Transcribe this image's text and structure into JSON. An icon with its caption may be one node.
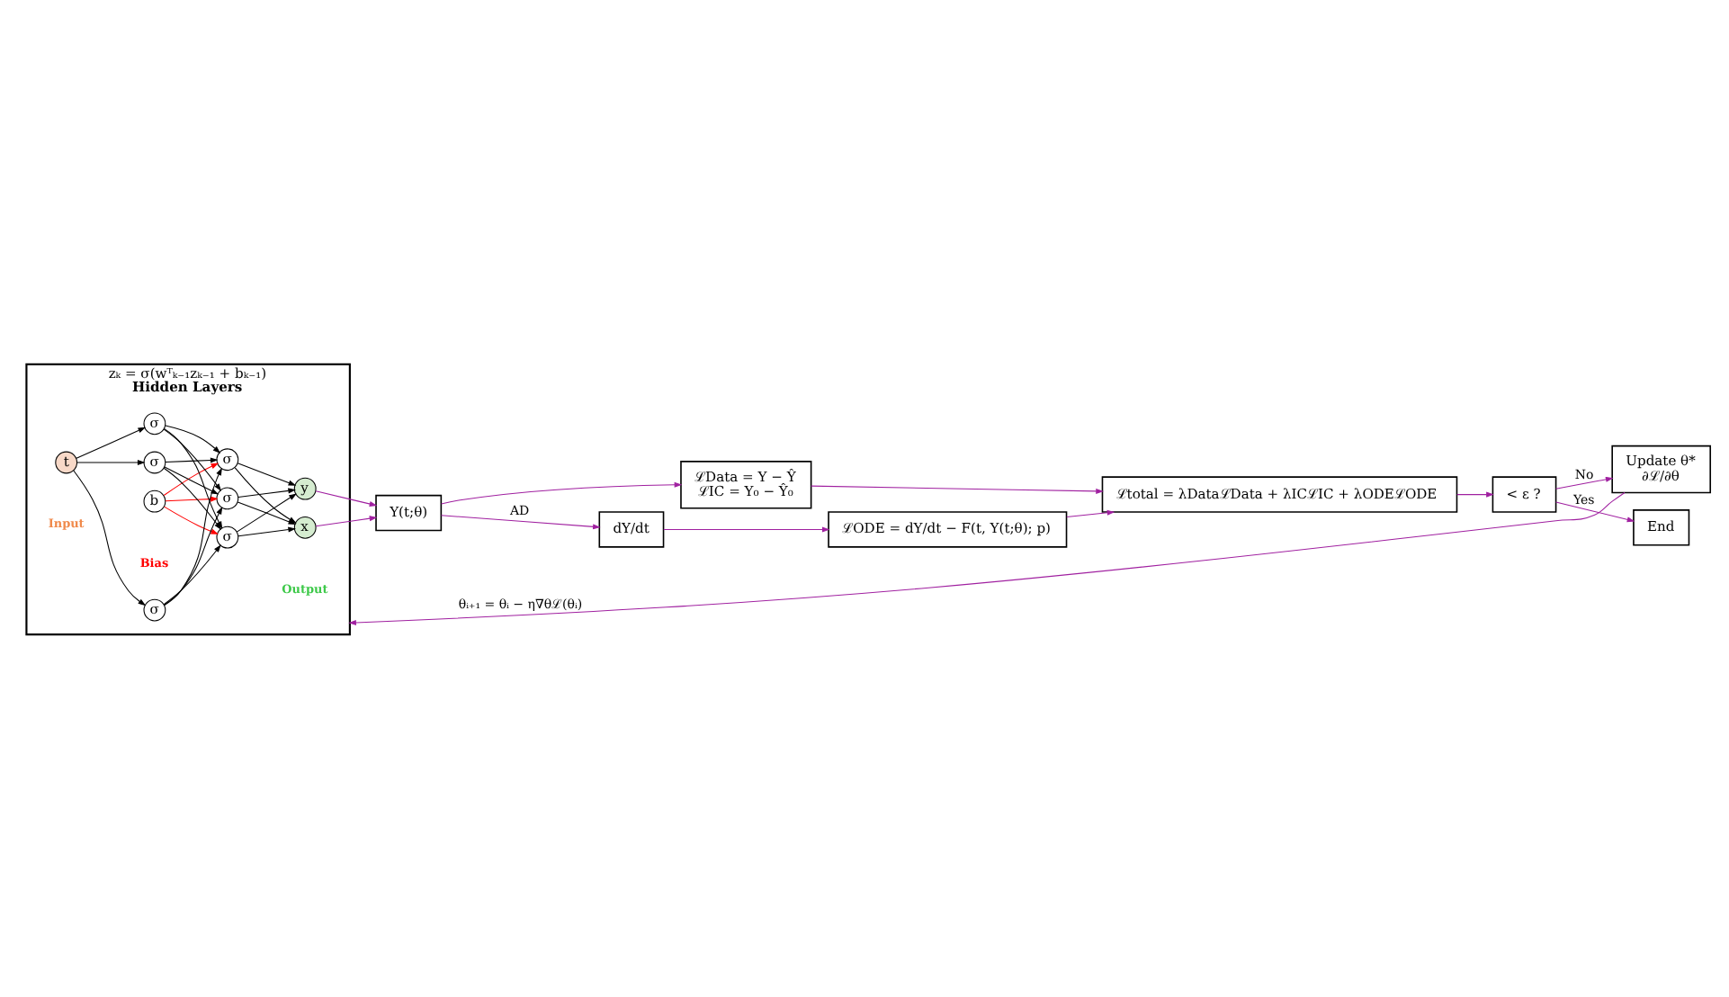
{
  "diagram": {
    "nodes": [
      {
        "text": [
          "zₖ = σ(wᵀₖ₋₁zₖ₋₁ + bₖ₋₁)",
          "Hidden Layers"
        ]
      },
      {
        "text": [
          "t"
        ],
        "in": 0
      },
      {
        "text": [
          "b"
        ],
        "in": 0
      },
      {
        "text": [
          "σ"
        ],
        "in": 0
      },
      {
        "text": [
          "σ"
        ],
        "in": 0
      },
      {
        "text": [
          "σ"
        ],
        "in": 0
      },
      {
        "text": [
          "σ"
        ],
        "in": 0
      },
      {
        "text": [
          "σ"
        ],
        "in": 0
      },
      {
        "text": [
          "σ"
        ],
        "in": 0
      },
      {
        "text": [
          "x"
        ],
        "in": 0
      },
      {
        "text": [
          "y"
        ],
        "in": 0
      },
      {
        "text": [
          "Y(t;θ)"
        ]
      },
      {
        "text": [
          "ℒData = Y − Ŷ",
          "ℒIC = Y₀ − Ŷ₀"
        ]
      },
      {
        "text": [
          "dY/dt"
        ]
      },
      {
        "text": [
          "ℒODE = dY/dt − F(t, Y(t;θ); p)"
        ]
      },
      {
        "text": [
          "ℒtotal = λDataℒData + λICℒIC + λODEℒODE"
        ]
      },
      {
        "text": [
          "< ε ?"
        ]
      },
      {
        "text": [
          "Update θ*",
          "∂ℒ/∂θ"
        ]
      },
      {
        "text": [
          "End"
        ]
      }
    ],
    "edges": [
      {
        "from": 1,
        "to": 3,
        "arrow": "to"
      },
      {
        "from": 1,
        "to": 4,
        "arrow": "to"
      },
      {
        "from": 1,
        "to": 5,
        "arrow": "to"
      },
      {
        "from": 3,
        "to": 6,
        "arrow": "to"
      },
      {
        "from": 3,
        "to": 7,
        "arrow": "to"
      },
      {
        "from": 3,
        "to": 8,
        "arrow": "to"
      },
      {
        "from": 4,
        "to": 6,
        "arrow": "to"
      },
      {
        "from": 4,
        "to": 7,
        "arrow": "to"
      },
      {
        "from": 4,
        "to": 8,
        "arrow": "to"
      },
      {
        "from": 5,
        "to": 6,
        "arrow": "to"
      },
      {
        "from": 5,
        "to": 7,
        "arrow": "to"
      },
      {
        "from": 5,
        "to": 8,
        "arrow": "to"
      },
      {
        "from": 2,
        "to": 6,
        "arrow": "to",
        "color": "#ff0000"
      },
      {
        "from": 2,
        "to": 7,
        "arrow": "to",
        "color": "#ff0000"
      },
      {
        "from": 2,
        "to": 8,
        "arrow": "to",
        "color": "#ff0000"
      },
      {
        "from": 6,
        "to": 9,
        "arrow": "to"
      },
      {
        "from": 6,
        "to": 10,
        "arrow": "to"
      },
      {
        "from": 7,
        "to": 9,
        "arrow": "to"
      },
      {
        "from": 7,
        "to": 10,
        "arrow": "to"
      },
      {
        "from": 8,
        "to": 9,
        "arrow": "to"
      },
      {
        "from": 8,
        "to": 10,
        "arrow": "to"
      },
      {
        "from": 9,
        "to": 11,
        "arrow": "to",
        "color": "#a020a0"
      },
      {
        "from": 10,
        "to": 11,
        "arrow": "to",
        "color": "#a020a0"
      },
      {
        "from": 11,
        "to": 12,
        "arrow": "to",
        "color": "#a020a0"
      },
      {
        "from": 11,
        "to": 13,
        "arrow": "to",
        "label": "AD",
        "color": "#a020a0"
      },
      {
        "from": 13,
        "to": 14,
        "arrow": "to",
        "color": "#a020a0"
      },
      {
        "from": 12,
        "to": 15,
        "arrow": "to",
        "color": "#a020a0"
      },
      {
        "from": 14,
        "to": 15,
        "arrow": "to",
        "color": "#a020a0"
      },
      {
        "from": 15,
        "to": 16,
        "arrow": "to",
        "color": "#a020a0"
      },
      {
        "from": 16,
        "to": 17,
        "arrow": "to",
        "label": "No",
        "color": "#a020a0"
      },
      {
        "from": 16,
        "to": 18,
        "arrow": "to",
        "label": "Yes",
        "color": "#a020a0"
      },
      {
        "from": 17,
        "to": 0,
        "arrow": "to",
        "label": "θᵢ₊₁ = θᵢ − η∇θℒ(θᵢ)",
        "color": "#a020a0"
      }
    ],
    "labels": [
      "Input",
      "Bias",
      "Output"
    ]
  }
}
